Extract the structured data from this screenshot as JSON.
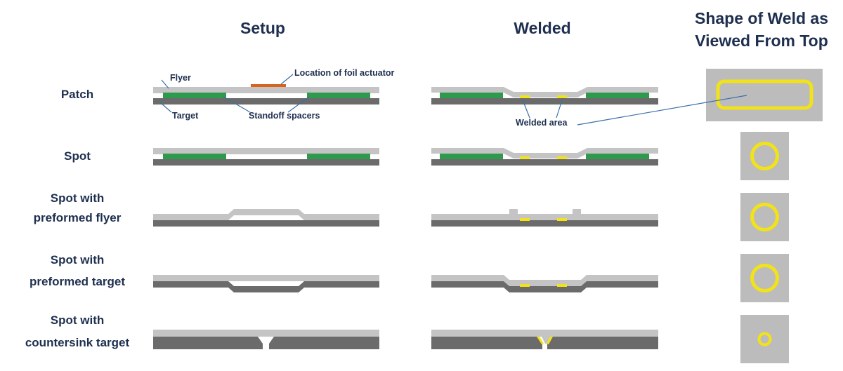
{
  "headers": {
    "setup": "Setup",
    "welded": "Welded",
    "top_view_line1": "Shape of Weld as",
    "top_view_line2": "Viewed From Top"
  },
  "rows": [
    {
      "label_line1": "Patch",
      "label_line2": ""
    },
    {
      "label_line1": "Spot",
      "label_line2": ""
    },
    {
      "label_line1": "Spot with",
      "label_line2": "preformed  flyer"
    },
    {
      "label_line1": "Spot with",
      "label_line2": "preformed  target"
    },
    {
      "label_line1": "Spot with",
      "label_line2": "countersink target"
    }
  ],
  "annotations": {
    "flyer": "Flyer",
    "target": "Target",
    "actuator": "Location of foil actuator",
    "spacers": "Standoff spacers",
    "welded_area": "Welded area"
  },
  "colors": {
    "flyer": "#c4c4c4",
    "target": "#6b6b6b",
    "spacer": "#2e9a4e",
    "actuator": "#d8621e",
    "weld": "#f2e21a",
    "top_view_bg": "#bcbcbc",
    "leader_line": "#3b6fa8",
    "text": "#1e2f4f"
  }
}
